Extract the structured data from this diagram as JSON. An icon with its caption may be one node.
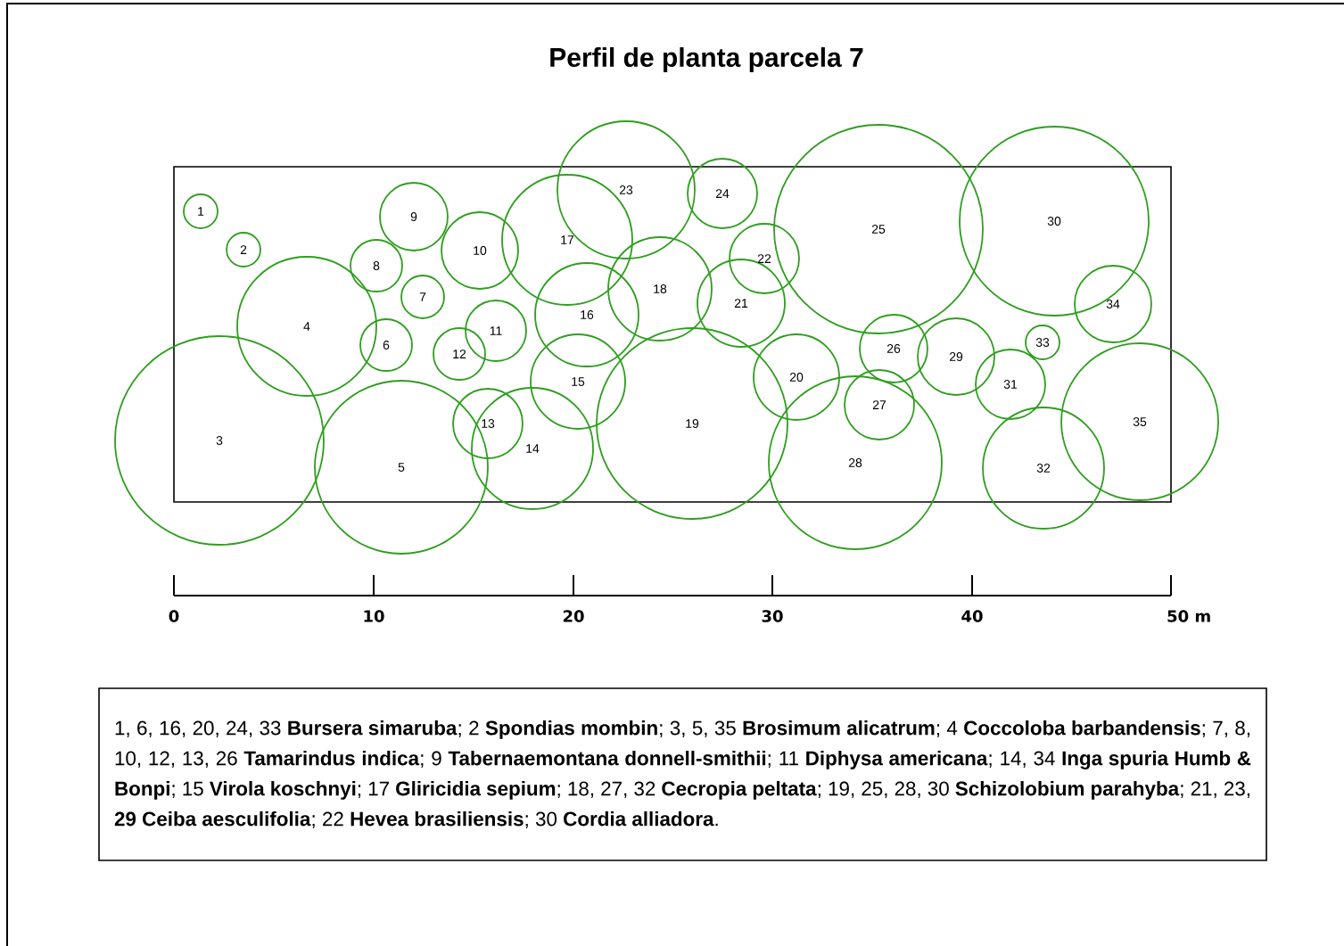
{
  "diagram": {
    "title": "Perfil de planta parcela 7",
    "nodes": [
      {
        "text": [
          "1"
        ]
      },
      {
        "text": [
          "2"
        ]
      },
      {
        "text": [
          "3"
        ]
      },
      {
        "text": [
          "4"
        ]
      },
      {
        "text": [
          "5"
        ]
      },
      {
        "text": [
          "6"
        ]
      },
      {
        "text": [
          "7"
        ]
      },
      {
        "text": [
          "8"
        ]
      },
      {
        "text": [
          "9"
        ]
      },
      {
        "text": [
          "10"
        ]
      },
      {
        "text": [
          "11"
        ]
      },
      {
        "text": [
          "12"
        ]
      },
      {
        "text": [
          "13"
        ]
      },
      {
        "text": [
          "14"
        ]
      },
      {
        "text": [
          "15"
        ]
      },
      {
        "text": [
          "16"
        ]
      },
      {
        "text": [
          "17"
        ]
      },
      {
        "text": [
          "18"
        ]
      },
      {
        "text": [
          "19"
        ]
      },
      {
        "text": [
          "20"
        ]
      },
      {
        "text": [
          "21"
        ]
      },
      {
        "text": [
          "22"
        ]
      },
      {
        "text": [
          "23"
        ]
      },
      {
        "text": [
          "24"
        ]
      },
      {
        "text": [
          "25"
        ]
      },
      {
        "text": [
          "26"
        ]
      },
      {
        "text": [
          "27"
        ]
      },
      {
        "text": [
          "28"
        ]
      },
      {
        "text": [
          "29"
        ]
      },
      {
        "text": [
          "30"
        ]
      },
      {
        "text": [
          "31"
        ]
      },
      {
        "text": [
          "32"
        ]
      },
      {
        "text": [
          "33"
        ]
      },
      {
        "text": [
          "34"
        ]
      },
      {
        "text": [
          "35"
        ]
      },
      {
        "text": [
          "1, 6, 16, 20, 24, 33 **Bursera simaruba**; 2 **Spondias mombin**; 3, 5, 35 **Brosimum alicatrum**; 4 **Coccoloba barbandensis**; 7, 8, 10, 12, 13, 26 **Tamarindus indica**; 9 **Tabernaemontana donnell-smithii**; 11 **Diphysa americana**; 14, 34 **Inga spuria Humb & Bonpi**; 15 **Virola koschnyi**; 17 **Gliricidia sepium**; 18, 27, 32 **Cecropia peltata**; 19, 25, 28, 30 **Schizolobium parahyba**; 21, 23, **29 Ceiba aesculifolia**; 22 **Hevea brasiliensis**; 30 **Cordia alliadora**."
        ]
      }
    ],
    "edges": [],
    "labels": [
      "0",
      "10",
      "20",
      "30",
      "40",
      "50 m"
    ]
  }
}
